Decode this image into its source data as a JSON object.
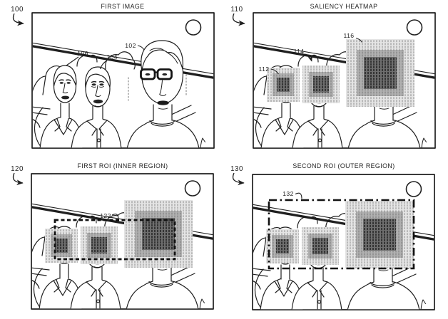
{
  "figure": {
    "panels": [
      {
        "ref": "100",
        "title": "FIRST IMAGE",
        "callouts": [
          {
            "label": "106"
          },
          {
            "label": "104"
          },
          {
            "label": "102"
          }
        ]
      },
      {
        "ref": "110",
        "title": "SALIENCY HEATMAP",
        "callouts": [
          {
            "label": "112"
          },
          {
            "label": "114"
          },
          {
            "label": "116"
          }
        ]
      },
      {
        "ref": "120",
        "title": "FIRST ROI (INNER REGION)",
        "callouts": [
          {
            "label": "122"
          }
        ]
      },
      {
        "ref": "130",
        "title": "SECOND ROI (OUTER REGION)",
        "callouts": [
          {
            "label": "132"
          }
        ]
      }
    ],
    "colors": {
      "ink": "#1f1f1f",
      "background": "#ffffff",
      "heatmap_outer": "#e4e4e4",
      "heatmap_outer_stripe": "#ababab",
      "heatmap_mid": "#b0b0b0",
      "heatmap_mid_stripe": "#8a8a8a",
      "heatmap_inner": "#6e6e6e",
      "heatmap_inner_stripe": "#2b2b2b"
    },
    "scene_icons": [
      "sun-icon",
      "cloud-icon",
      "railing-line",
      "person-figure"
    ]
  }
}
